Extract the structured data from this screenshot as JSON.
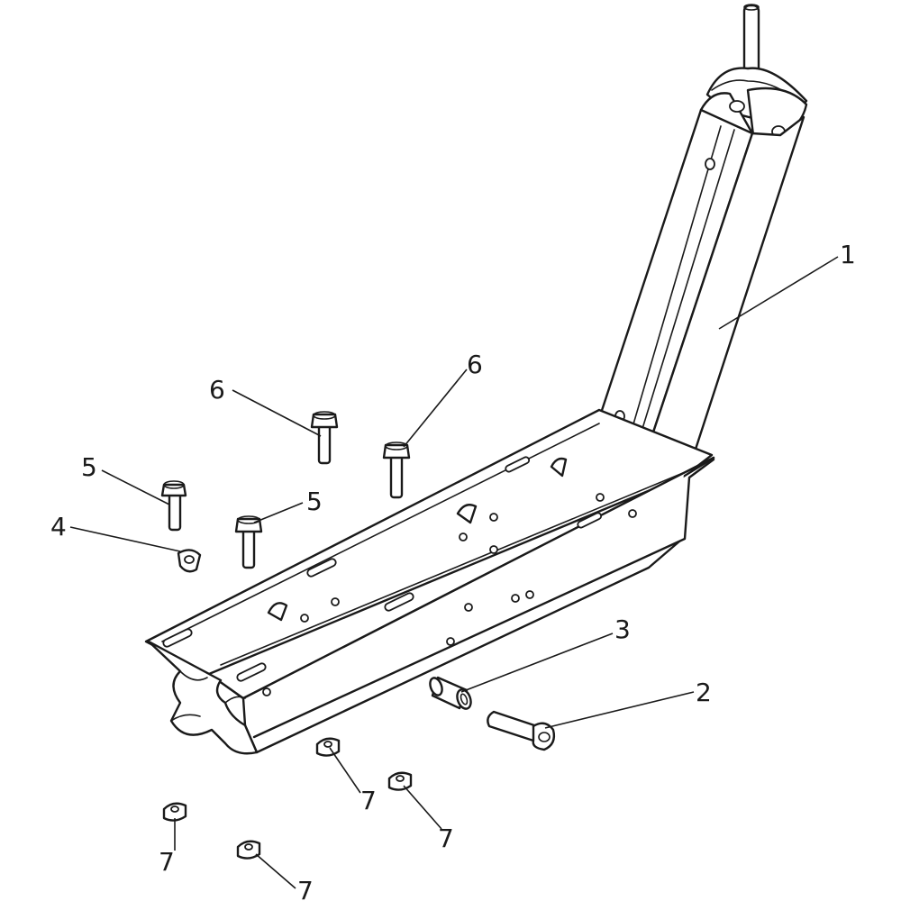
{
  "callouts": [
    {
      "id": "c1",
      "label": "1"
    },
    {
      "id": "c2",
      "label": "2"
    },
    {
      "id": "c3",
      "label": "3"
    },
    {
      "id": "c4",
      "label": "4"
    },
    {
      "id": "c5a",
      "label": "5"
    },
    {
      "id": "c5b",
      "label": "5"
    },
    {
      "id": "c6a",
      "label": "6"
    },
    {
      "id": "c6b",
      "label": "6"
    },
    {
      "id": "c7a",
      "label": "7"
    },
    {
      "id": "c7b",
      "label": "7"
    },
    {
      "id": "c7c",
      "label": "7"
    },
    {
      "id": "c7d",
      "label": "7"
    }
  ]
}
